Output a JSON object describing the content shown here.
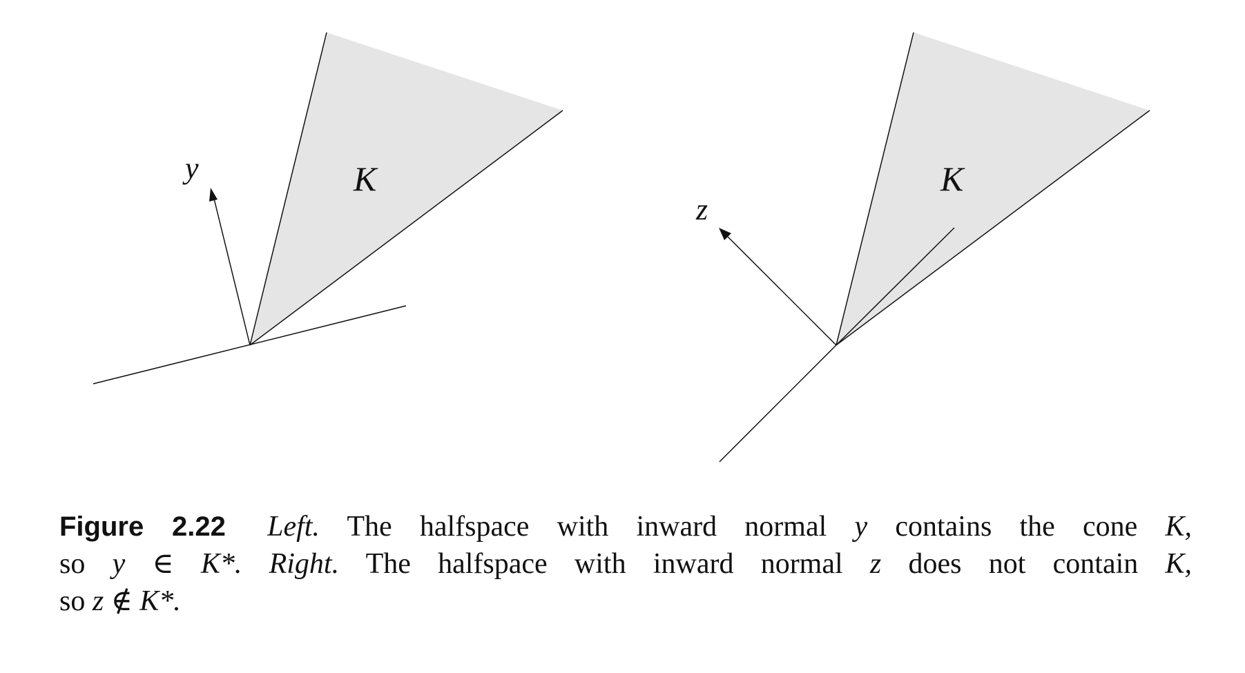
{
  "figure": {
    "left_panel": {
      "cone_label": "K",
      "normal_label": "y"
    },
    "right_panel": {
      "cone_label": "K",
      "normal_label": "z"
    },
    "colors": {
      "cone_fill": "#e5e5e5",
      "line": "#111111"
    }
  },
  "caption": {
    "label": "Figure 2.22",
    "line1": {
      "left_word": "Left.",
      "text_a": "The halfspace with inward normal",
      "var_y": "y",
      "text_b": "contains the cone",
      "var_K": "K,"
    },
    "line2": {
      "so": "so",
      "math_a": "y ∈ K*.",
      "right_word": "Right.",
      "text_a": "The halfspace with inward normal",
      "var_z": "z",
      "text_b": "does not contain",
      "var_K": "K,"
    },
    "line3": {
      "so": "so",
      "math": "z ∉ K*."
    }
  }
}
